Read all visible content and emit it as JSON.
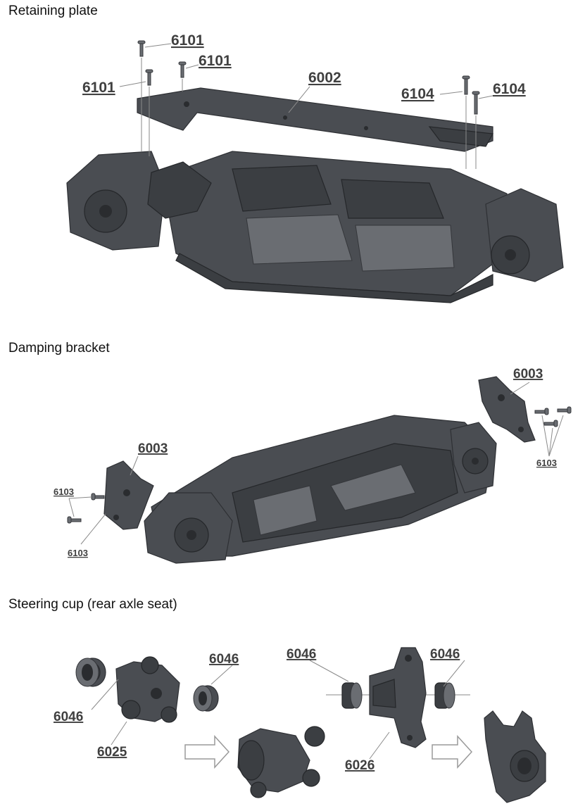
{
  "sections": {
    "retaining": {
      "title": "Retaining plate"
    },
    "damping": {
      "title": "Damping bracket"
    },
    "steering": {
      "title": "Steering cup (rear axle seat)"
    }
  },
  "labels": {
    "p6101": "6101",
    "p6002": "6002",
    "p6104": "6104",
    "p6003": "6003",
    "p6103": "6103",
    "p6046": "6046",
    "p6025": "6025",
    "p6026": "6026"
  }
}
